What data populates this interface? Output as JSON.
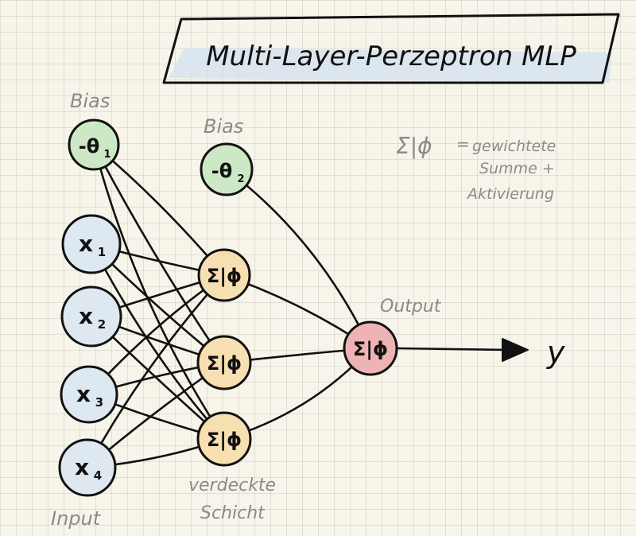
{
  "title": "Multi-Layer-Perzeptron MLP",
  "legend": {
    "symbol": "Σ|ϕ",
    "equals": "=",
    "line1": "gewichtete",
    "line2": "Summe +",
    "line3": "Aktivierung"
  },
  "labels": {
    "bias_input": "Bias",
    "bias_hidden": "Bias",
    "output": "Output",
    "input": "Input",
    "hidden_line1": "verdeckte",
    "hidden_line2": "Schicht",
    "y": "y"
  },
  "nodes": {
    "bias1": {
      "text": "-θ",
      "sub": "1"
    },
    "bias2": {
      "text": "-θ",
      "sub": "2"
    },
    "x1": {
      "text": "x",
      "sub": "1"
    },
    "x2": {
      "text": "x",
      "sub": "2"
    },
    "x3": {
      "text": "x",
      "sub": "3"
    },
    "x4": {
      "text": "x",
      "sub": "4"
    },
    "h1": {
      "text": "Σ|ϕ"
    },
    "h2": {
      "text": "Σ|ϕ"
    },
    "h3": {
      "text": "Σ|ϕ"
    },
    "out": {
      "text": "Σ|ϕ"
    }
  },
  "colors": {
    "bias": "#cde8c4",
    "input": "#dde8f0",
    "hidden": "#f6dfb1",
    "output": "#eeb3b4",
    "title_band": "#d7e3ef",
    "ink": "#111111",
    "annotation": "#8a8a8a"
  }
}
